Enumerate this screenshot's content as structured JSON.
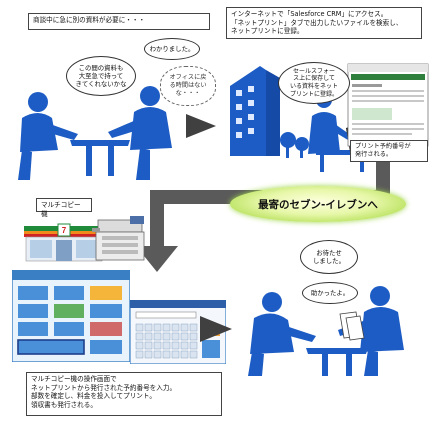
{
  "top_left_note": "商談中に急に別の資料が必要に・・・",
  "top_right_note": "インターネットで「Salesforce CRM」にアクセス。\n「ネットプリント」タブで出力したいファイルを検索し、\nネットプリントに登録。",
  "bubble_left": "この間の資料も\n大至急で持って\nきてくれないかな",
  "bubble_right": "わかりました。",
  "cloud_thought": "オフィスに戻\nる時間はない\nな・・・",
  "bubble_sfa": "セールスフォー\nス上に保存して\nいる資料をネット\nプリントに登録。",
  "notice_note": "プリント予約番号が\n発行される。",
  "center_pill": "最寄のセブン-イレブンへ",
  "copier_label": "マルチコピー機",
  "bubble_wait": "お待たせ\nしました。",
  "bubble_thanks": "助かったよ。",
  "bottom_note": "マルチコピー機の操作画面で\nネットプリントから発行された予約番号を入力。\n部数を確定し、料金を投入してプリント。\n領収書も発行される。",
  "colors": {
    "silhouette": "#1d5cc4",
    "arrow": "#404040",
    "pill_green": "#a6db4e",
    "store_orange": "#f08a1c",
    "store_green": "#1f8a3a",
    "store_red": "#d02222"
  }
}
